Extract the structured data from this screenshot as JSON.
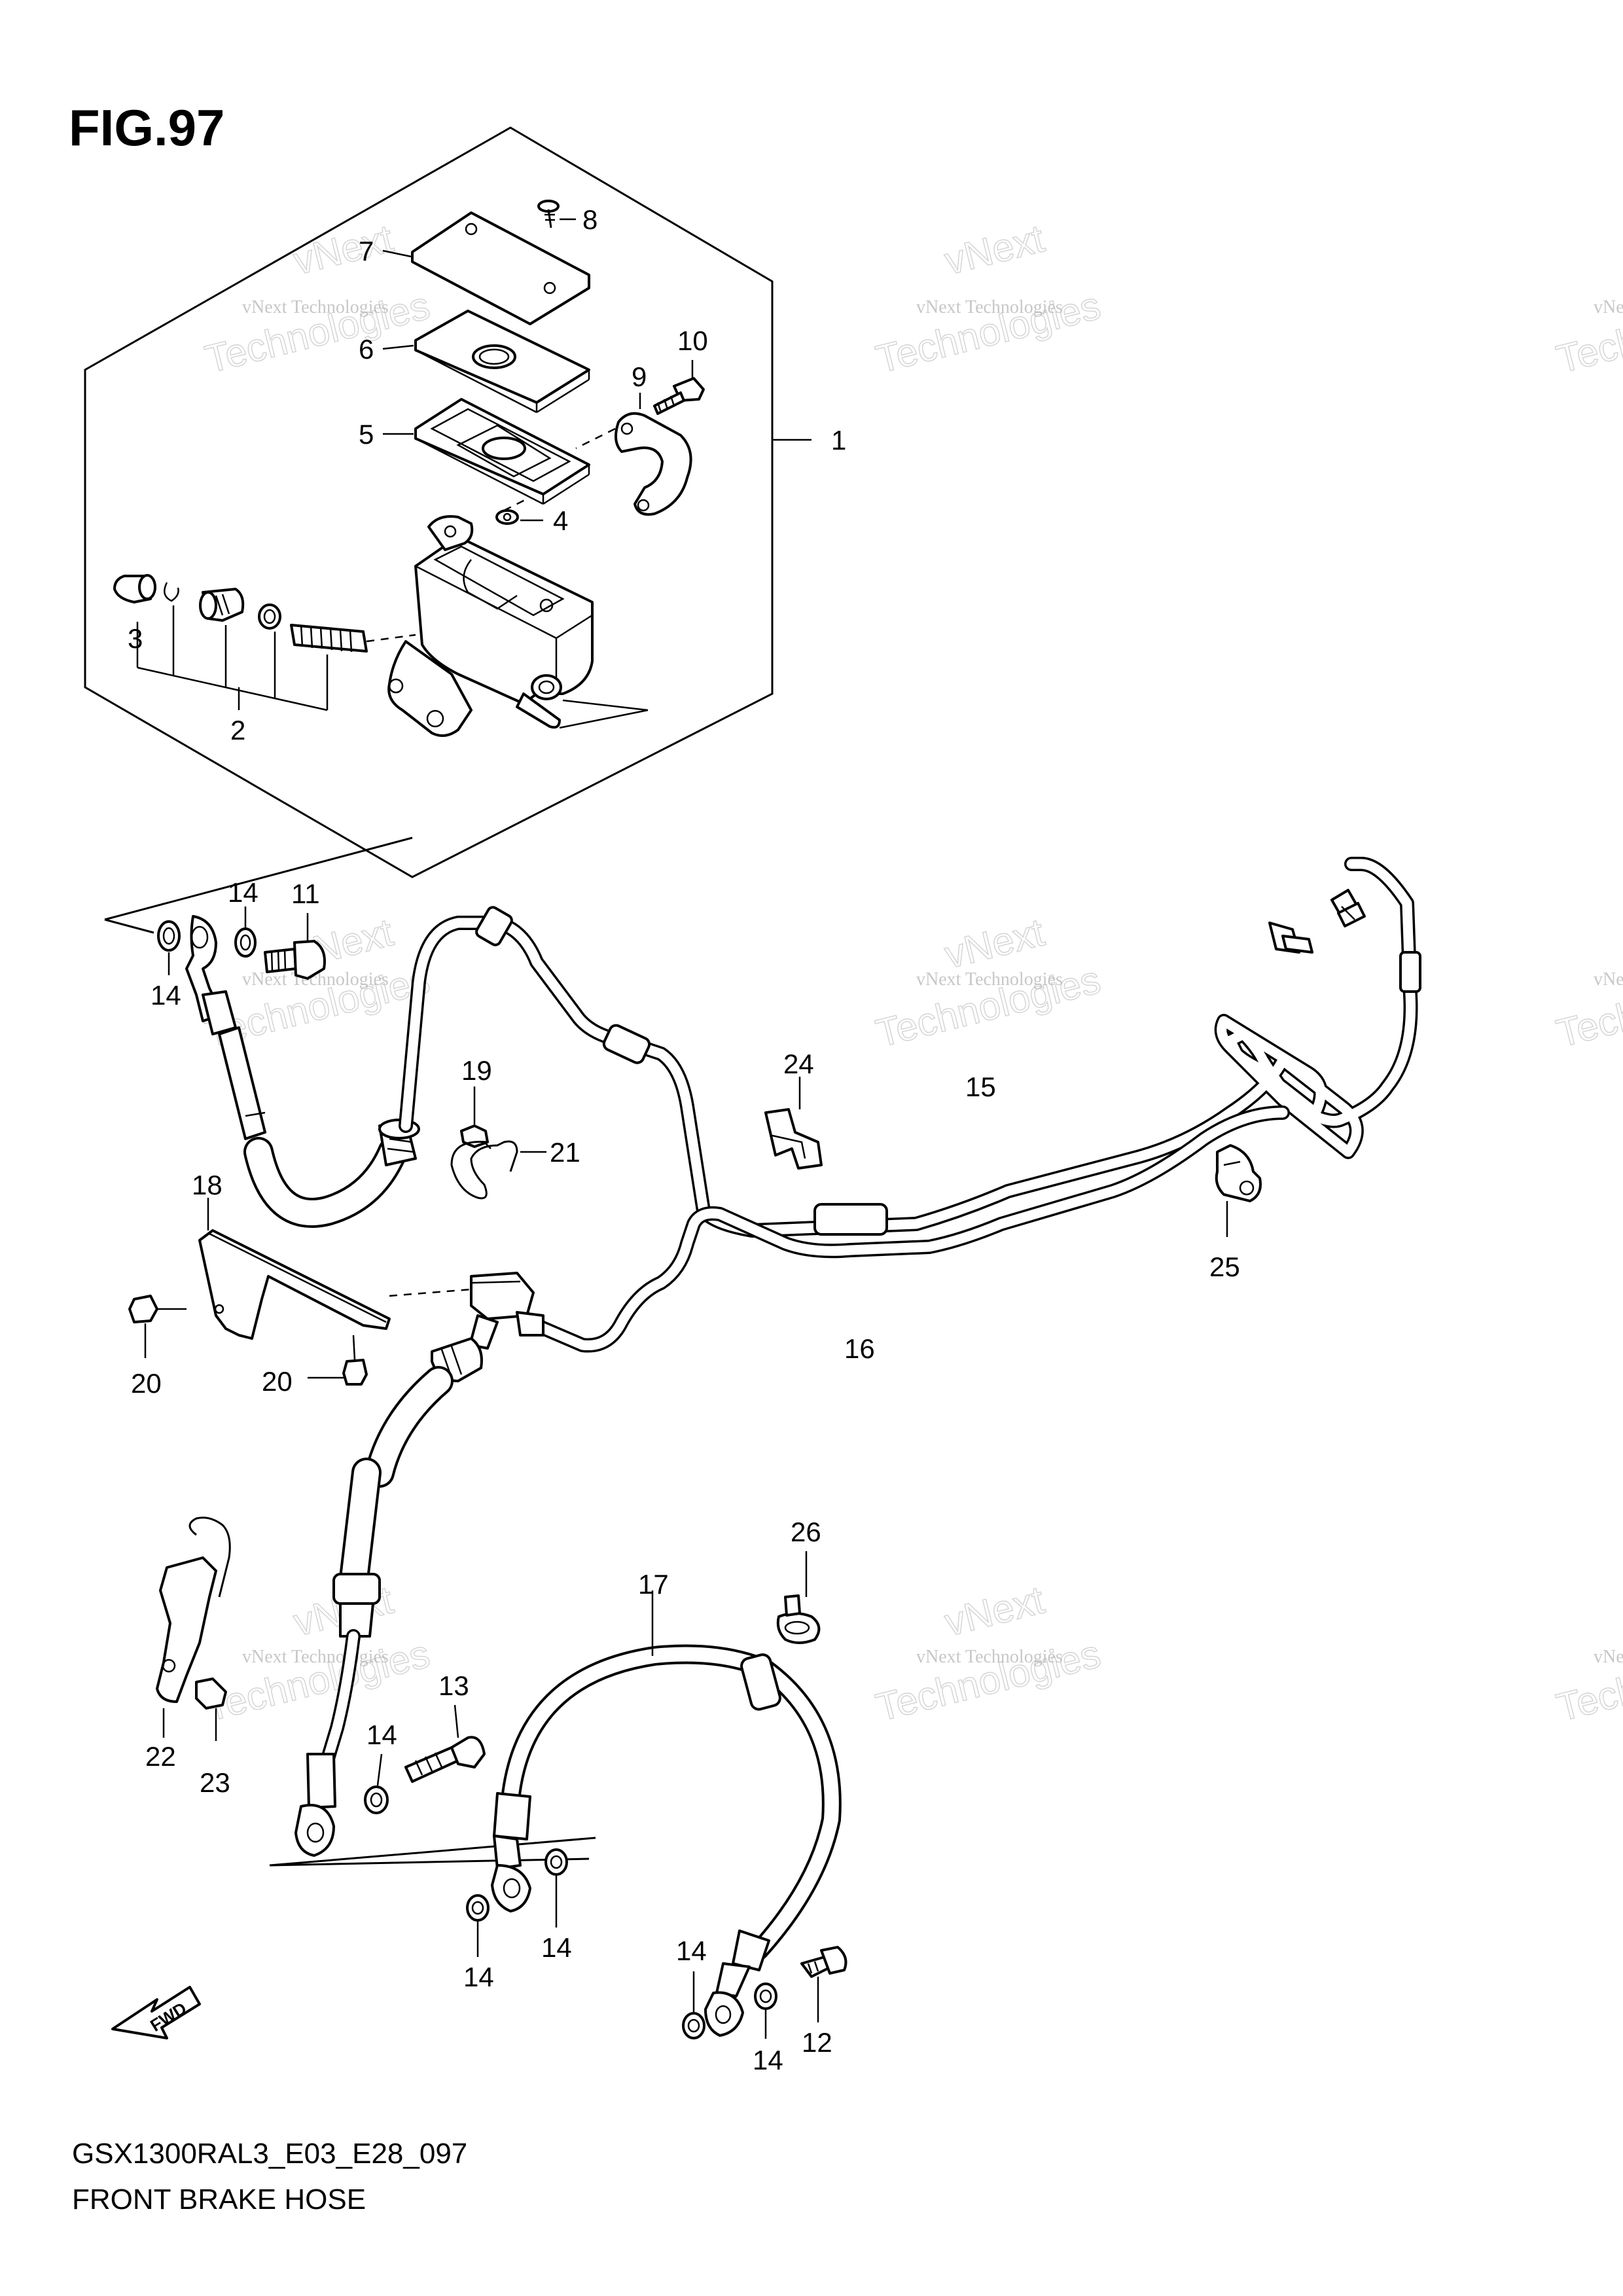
{
  "figure": {
    "title": "FIG.97",
    "model_code": "GSX1300RAL3_E03_E28_097",
    "section_name": "FRONT BRAKE HOSE"
  },
  "watermark": {
    "line_small": "vNext Technologies",
    "line_big": "Technologies",
    "line_top": "vNext"
  },
  "fwd_arrow": {
    "label": "FWD"
  },
  "callouts": [
    {
      "id": "c1",
      "text": "1"
    },
    {
      "id": "c2",
      "text": "2"
    },
    {
      "id": "c3",
      "text": "3"
    },
    {
      "id": "c4",
      "text": "4"
    },
    {
      "id": "c5",
      "text": "5"
    },
    {
      "id": "c6",
      "text": "6"
    },
    {
      "id": "c7",
      "text": "7"
    },
    {
      "id": "c8",
      "text": "8"
    },
    {
      "id": "c9",
      "text": "9"
    },
    {
      "id": "c10",
      "text": "10"
    },
    {
      "id": "c11",
      "text": "11"
    },
    {
      "id": "c12",
      "text": "12"
    },
    {
      "id": "c13",
      "text": "13"
    },
    {
      "id": "c14a",
      "text": "14"
    },
    {
      "id": "c14b",
      "text": "14"
    },
    {
      "id": "c14c",
      "text": "14"
    },
    {
      "id": "c14d",
      "text": "14"
    },
    {
      "id": "c14e",
      "text": "14"
    },
    {
      "id": "c14f",
      "text": "14"
    },
    {
      "id": "c14g",
      "text": "14"
    },
    {
      "id": "c15",
      "text": "15"
    },
    {
      "id": "c16",
      "text": "16"
    },
    {
      "id": "c17",
      "text": "17"
    },
    {
      "id": "c18",
      "text": "18"
    },
    {
      "id": "c19",
      "text": "19"
    },
    {
      "id": "c20a",
      "text": "20"
    },
    {
      "id": "c20b",
      "text": "20"
    },
    {
      "id": "c21",
      "text": "21"
    },
    {
      "id": "c22",
      "text": "22"
    },
    {
      "id": "c23",
      "text": "23"
    },
    {
      "id": "c24",
      "text": "24"
    },
    {
      "id": "c25",
      "text": "25"
    },
    {
      "id": "c26",
      "text": "26"
    }
  ]
}
